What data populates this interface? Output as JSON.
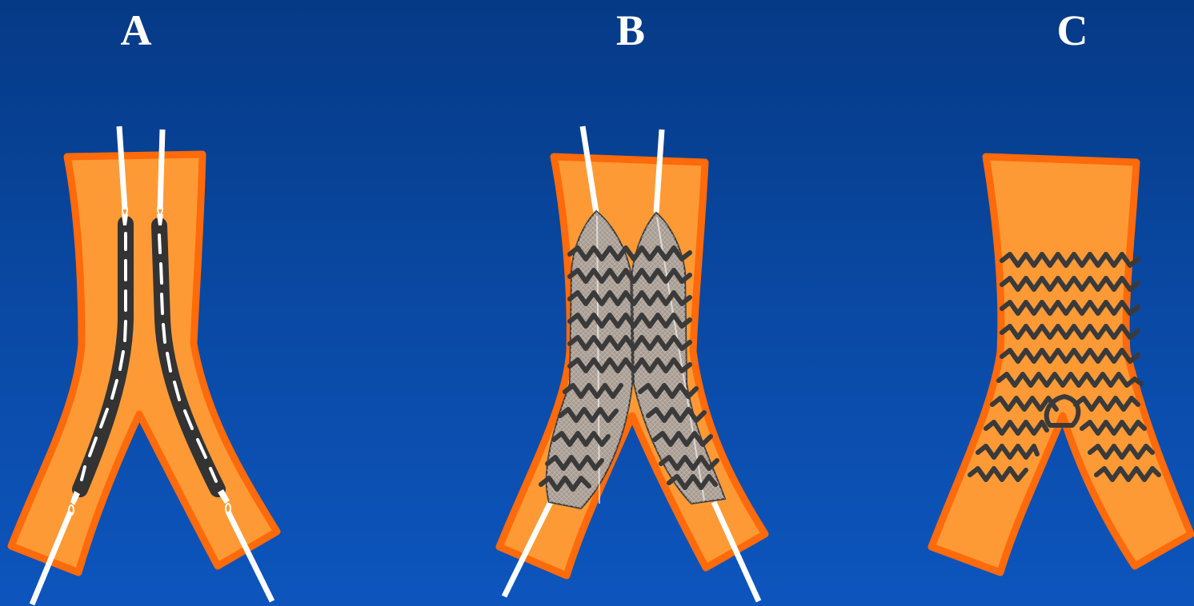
{
  "panels": [
    {
      "label": "A"
    },
    {
      "label": "B"
    },
    {
      "label": "C"
    }
  ],
  "colors": {
    "background_top": "#053a86",
    "background_bottom": "#0d55bd",
    "vessel_fill": "#fe9a36",
    "vessel_outline": "#ff6a0a",
    "guidewire": "#ffffff",
    "balloon": "#333333",
    "stent_graft_fabric": "#a89a8a",
    "stent_struts": "#3a3a3a"
  }
}
